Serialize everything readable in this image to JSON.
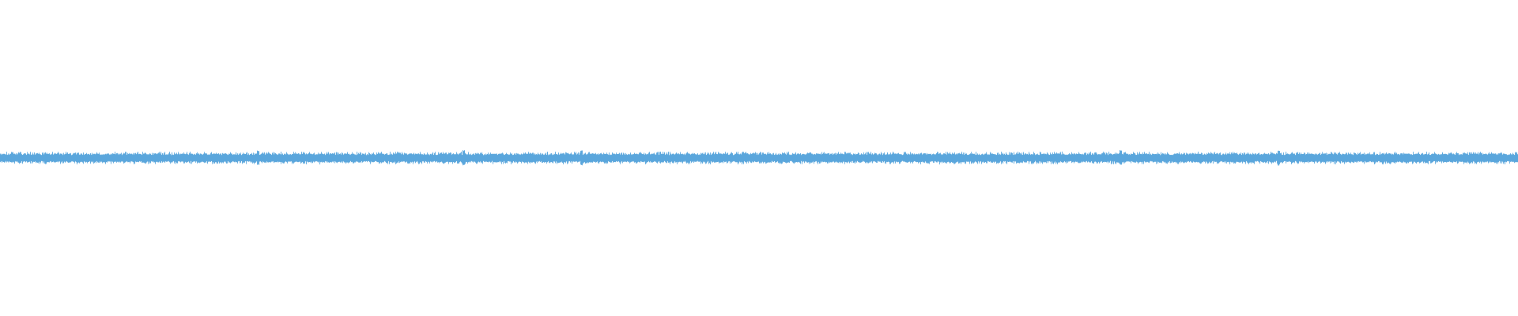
{
  "waveform": {
    "color": "#5aa6dc",
    "background": "#ffffff",
    "shape": "dense noise-like audio waveform spanning full width",
    "peak_amplitude_fraction": 0.05,
    "rms_amplitude_fraction": 0.025,
    "transient_markers_fraction": [
      0.17,
      0.305,
      0.383,
      0.738,
      0.842
    ]
  }
}
